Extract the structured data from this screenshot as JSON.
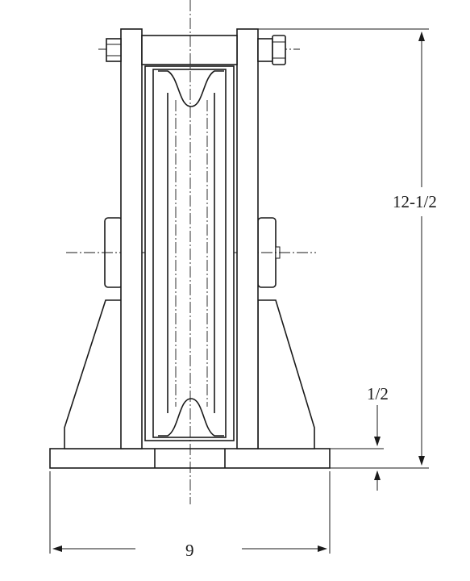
{
  "drawing": {
    "dimensions": {
      "height": "12-1/2",
      "base_thickness": "1/2",
      "width": "9"
    },
    "colors": {
      "line": "#1a1a1a",
      "background": "#ffffff"
    }
  }
}
